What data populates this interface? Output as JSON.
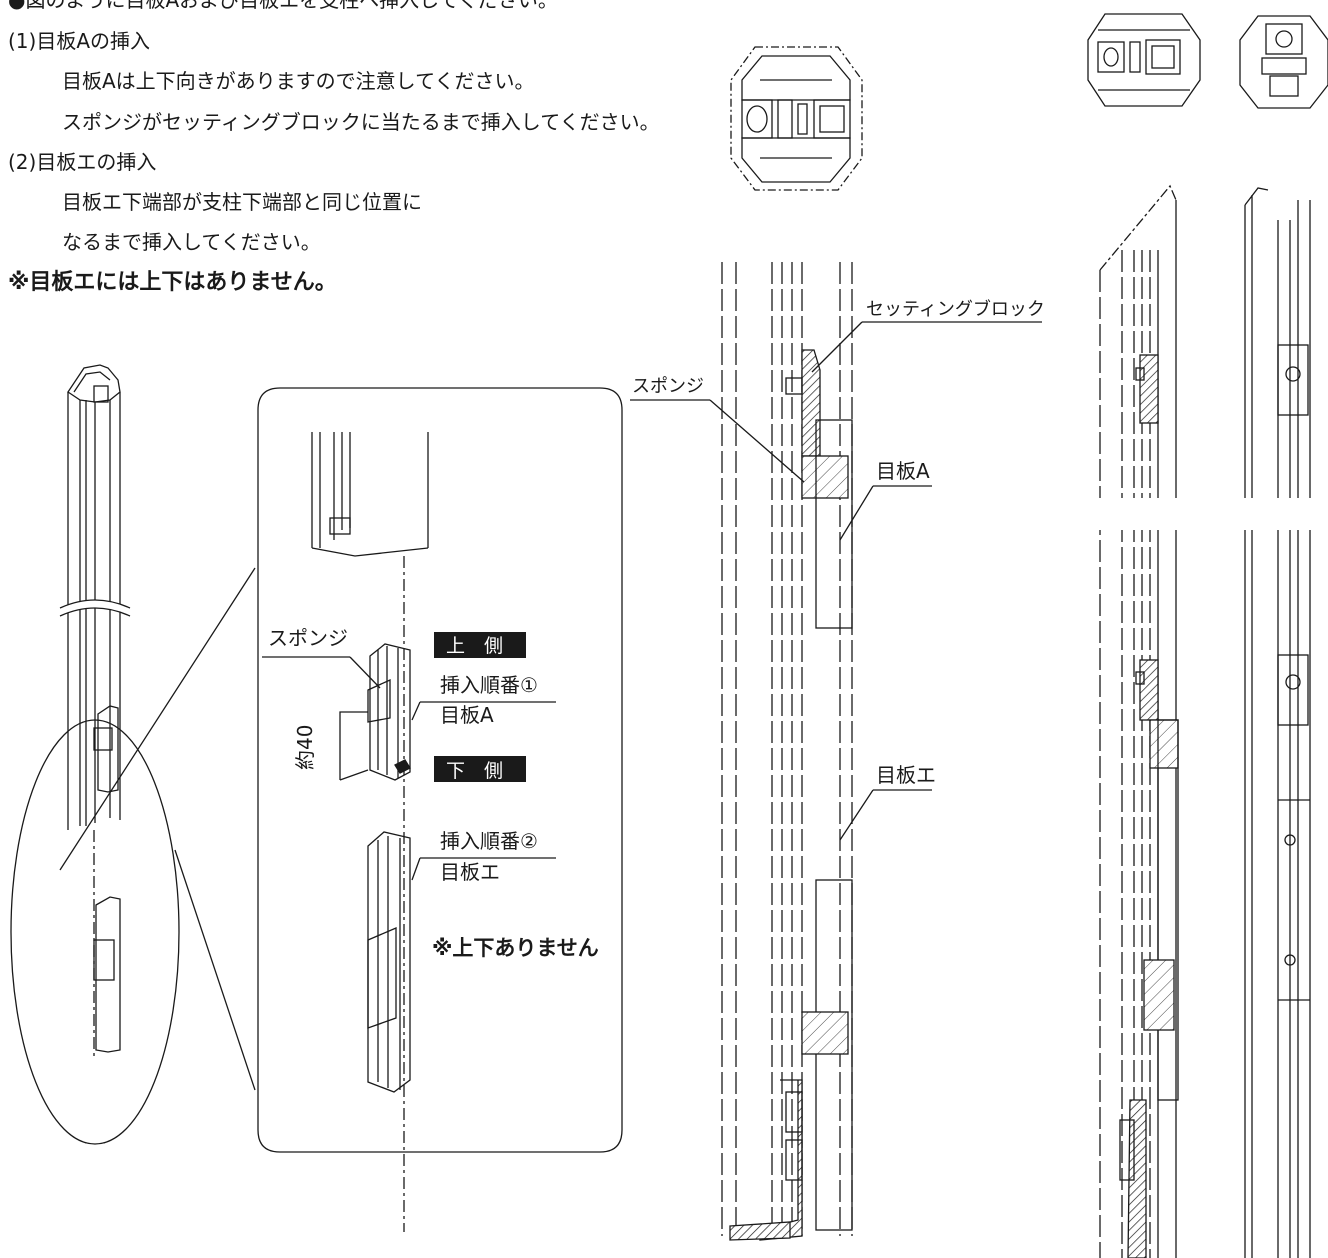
{
  "instructions": {
    "intro": "●図のように目板Aおよび目板エを支柱へ挿入してください。",
    "step1_title": "(1)目板Aの挿入",
    "step1_line1": "目板Aは上下向きがありますので注意してください。",
    "step1_line2": "スポンジがセッティングブロックに当たるまで挿入してください。",
    "step2_title": "(2)目板エの挿入",
    "step2_line1": "目板エ下端部が支柱下端部と同じ位置に",
    "step2_line2": "なるまで挿入してください。",
    "note": "※目板エには上下はありません。"
  },
  "detail_callout": {
    "sponge": "スポンジ",
    "upper_side": "上　側",
    "lower_side": "下　側",
    "insert_order_1": "挿入順番①",
    "board_a": "目板A",
    "dimension": "約40",
    "insert_order_2": "挿入順番②",
    "board_e": "目板エ",
    "no_orientation": "※上下ありません"
  },
  "section_view": {
    "setting_block": "セッティングブロック",
    "sponge": "スポンジ",
    "board_a": "目板A",
    "board_e": "目板エ"
  }
}
